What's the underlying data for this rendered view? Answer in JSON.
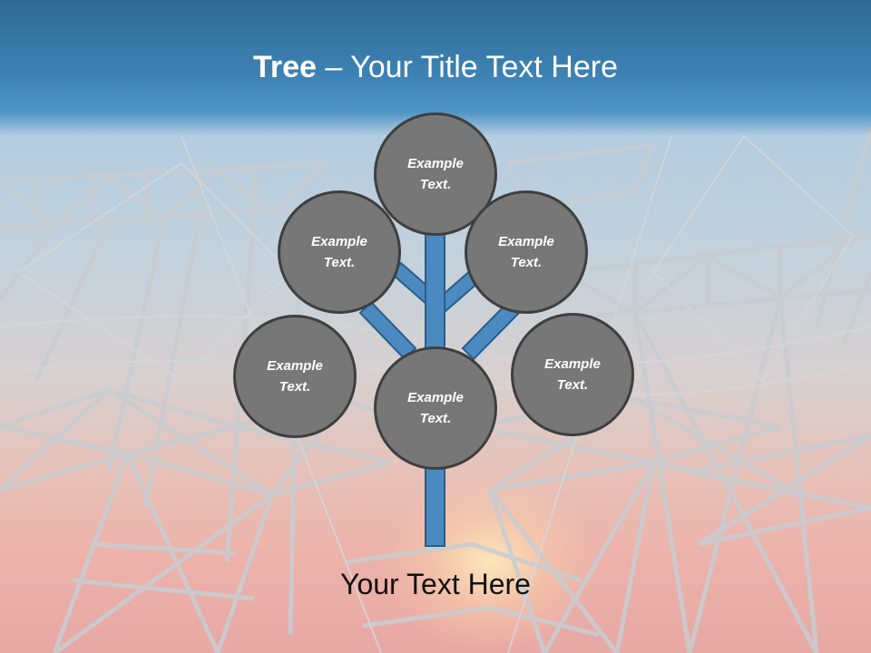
{
  "slide": {
    "title_bold": "Tree",
    "title_dash": " – ",
    "title_rest": "Your Title Text Here",
    "footer_text": "Your Text Here"
  },
  "tree": {
    "nodes": [
      {
        "id": "top",
        "line1": "Example",
        "line2": "Text."
      },
      {
        "id": "upper-left",
        "line1": "Example",
        "line2": "Text."
      },
      {
        "id": "upper-right",
        "line1": "Example",
        "line2": "Text."
      },
      {
        "id": "left",
        "line1": "Example",
        "line2": "Text."
      },
      {
        "id": "center",
        "line1": "Example",
        "line2": "Text."
      },
      {
        "id": "right",
        "line1": "Example",
        "line2": "Text."
      }
    ]
  },
  "colors": {
    "title_bar": "#3d82b4",
    "trunk": "#4a8ac0",
    "trunk_border": "#2b5d88",
    "node_fill": "#777777",
    "node_border": "#3f3f3f"
  }
}
